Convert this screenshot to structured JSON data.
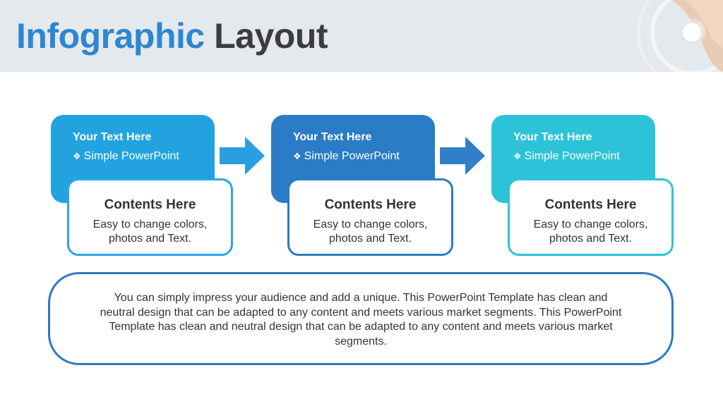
{
  "header": {
    "title_part1": "Infographic",
    "title_part2": "Layout"
  },
  "steps": [
    {
      "heading": "Your Text Here",
      "sub": "Simple PowerPoint",
      "box_title": "Contents Here",
      "box_line1": "Easy to change colors,",
      "box_line2": "photos and Text.",
      "color": "#22a3e0",
      "border_color": "#2aa6e3"
    },
    {
      "heading": "Your Text Here",
      "sub": "Simple PowerPoint",
      "box_title": "Contents Here",
      "box_line1": "Easy to change colors,",
      "box_line2": "photos and Text.",
      "color": "#2a7cc6",
      "border_color": "#2b7bc5"
    },
    {
      "heading": "Your Text Here",
      "sub": "Simple PowerPoint",
      "box_title": "Contents Here",
      "box_line1": "Easy to change colors,",
      "box_line2": "photos and Text.",
      "color": "#2cc3d8",
      "border_color": "#2cc4d9"
    }
  ],
  "footer": {
    "text": "You can simply impress your audience and add a unique. This PowerPoint Template has clean and neutral design that can be adapted to any content and meets various market segments. This PowerPoint Template has clean and neutral design that can be adapted to any content and meets various market segments."
  },
  "colors": {
    "title_accent": "#2f86d0",
    "title_dark": "#3d3d3d",
    "arrow1": "#2a9ee0",
    "arrow2": "#2f80c8",
    "footer_border": "#2f78c0",
    "header_bg": "#e4e9ed"
  },
  "icons": {
    "bullet": "diamond-bullet-icon",
    "arrow": "right-arrow-icon",
    "photo": "hand-photo-decoration"
  }
}
